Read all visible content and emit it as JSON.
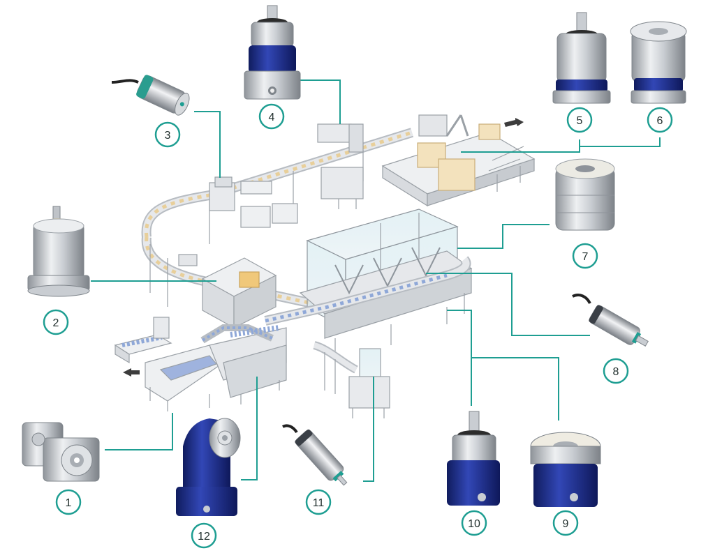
{
  "colors": {
    "accent_teal": "#1e9e92",
    "gearbox_blue": "#1c2e8c",
    "steel": "#bfc3c8",
    "machine_line": "#9aa0a6",
    "arrow_gray": "#3c3c3c"
  },
  "callouts": [
    {
      "number": "1",
      "product": "right-angle-planetary-gearbox"
    },
    {
      "number": "2",
      "product": "flange-planetary-gearbox"
    },
    {
      "number": "3",
      "product": "dc-servo-motor"
    },
    {
      "number": "4",
      "product": "planetary-gearbox-blue-flange"
    },
    {
      "number": "5",
      "product": "planetary-gearbox-shaft"
    },
    {
      "number": "6",
      "product": "planetary-gearbox-flange-output"
    },
    {
      "number": "7",
      "product": "hollow-flange-gearbox"
    },
    {
      "number": "8",
      "product": "dc-motor-shaft"
    },
    {
      "number": "9",
      "product": "flange-output-gearbox-blue"
    },
    {
      "number": "10",
      "product": "planetary-gearbox-blue"
    },
    {
      "number": "11",
      "product": "dc-motor-small"
    },
    {
      "number": "12",
      "product": "right-angle-gearbox-blue"
    }
  ]
}
